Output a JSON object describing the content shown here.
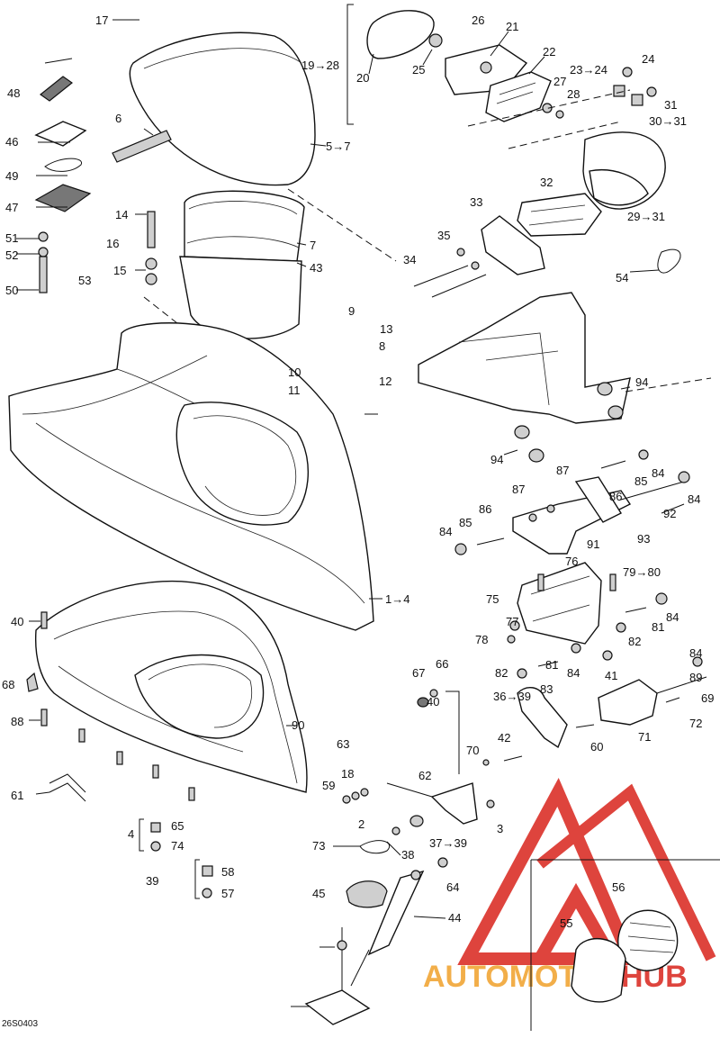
{
  "diagram": {
    "ref_code": "26S0403",
    "watermark": {
      "text": "AUTOMOTOHUB",
      "color": "#d9241c",
      "accent": "#f0a02a"
    },
    "labels": [
      "17",
      "20",
      "26",
      "21",
      "19→28",
      "25",
      "22",
      "23→24",
      "24",
      "27",
      "28",
      "31",
      "30→31",
      "48",
      "6",
      "46",
      "49",
      "5→7",
      "47",
      "33",
      "32",
      "29→31",
      "14",
      "16",
      "7",
      "35",
      "51",
      "43",
      "52",
      "34",
      "15",
      "54",
      "50",
      "53",
      "9",
      "13",
      "8",
      "10",
      "12",
      "11",
      "94",
      "94",
      "87",
      "85",
      "84",
      "84",
      "87",
      "86",
      "86",
      "92",
      "85",
      "84",
      "91",
      "93",
      "76",
      "79→80",
      "75",
      "84",
      "1→4",
      "40",
      "77",
      "81",
      "78",
      "82",
      "66",
      "67",
      "84",
      "81",
      "82",
      "83",
      "84",
      "41",
      "89",
      "68",
      "69",
      "40",
      "36→39",
      "88",
      "90",
      "71",
      "72",
      "42",
      "60",
      "63",
      "70",
      "18",
      "62",
      "61",
      "59",
      "2",
      "3",
      "4",
      "65",
      "74",
      "73",
      "38",
      "37→39",
      "58",
      "39",
      "64",
      "57",
      "45",
      "44",
      "56",
      "55"
    ]
  }
}
